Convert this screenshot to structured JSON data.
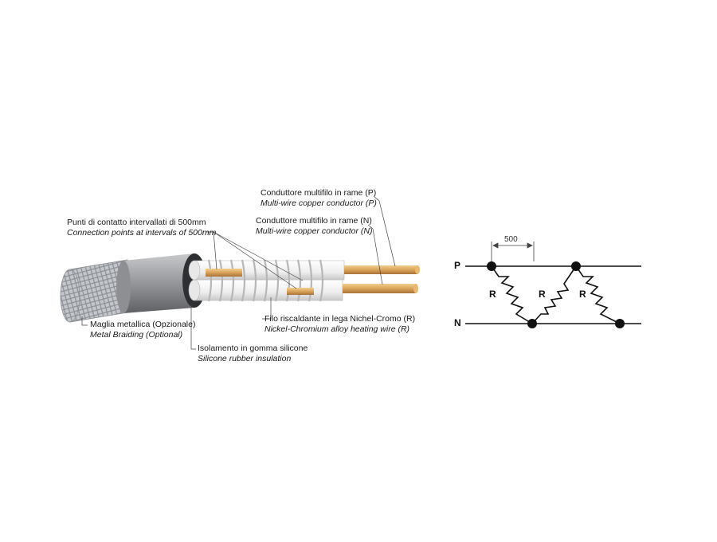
{
  "cable_labels": {
    "cond_p_it": "Conduttore multifilo in rame (P)",
    "cond_p_en": "Multi-wire copper conductor (P)",
    "cond_n_it": "Conduttore multifilo in rame (N)",
    "cond_n_en": "Multi-wire copper conductor (N)",
    "points_it": "Punti di contatto intervallati di 500mm",
    "points_en": "Connection points at intervals of 500mm",
    "braid_it": "Maglia metallica (Opzionale)",
    "braid_en": "Metal Braiding (Optional)",
    "insul_it": "Isolamento in gomma silicone",
    "insul_en": "Silicone rubber insulation",
    "wire_it": "Filo riscaldante in lega Nichel-Cromo (R)",
    "wire_en": "Nickel-Chromium alloy heating wire (R)"
  },
  "schematic": {
    "p_label": "P",
    "n_label": "N",
    "spacing_label": "500",
    "resistor_labels": [
      "R",
      "R",
      "R"
    ]
  },
  "colors": {
    "copper": "#d9a35a",
    "insulation_white": "#f2f2f2",
    "jacket_grey": "#8f9093",
    "braid": "#b9bcc0",
    "line": "#111111"
  }
}
